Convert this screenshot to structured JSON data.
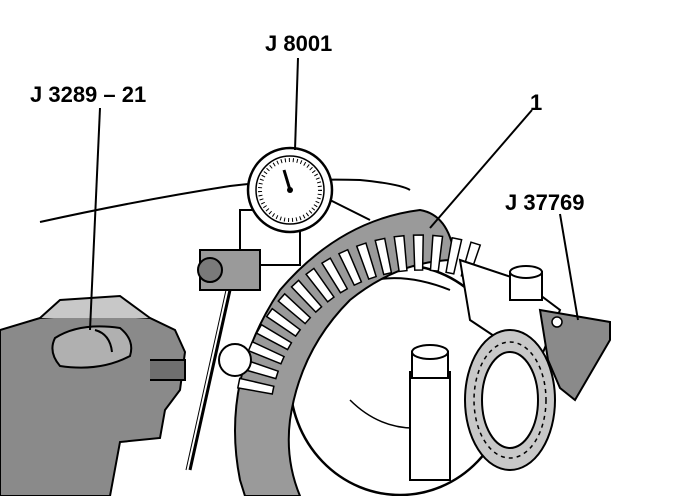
{
  "callouts": {
    "j3289": "J 3289 – 21",
    "j8001": "J 8001",
    "part1": "1",
    "j37769": "J 37769"
  },
  "colors": {
    "ink": "#000000",
    "shade": "#8a8a8a",
    "light_shade": "#c8c8c8",
    "paper": "#ffffff"
  }
}
